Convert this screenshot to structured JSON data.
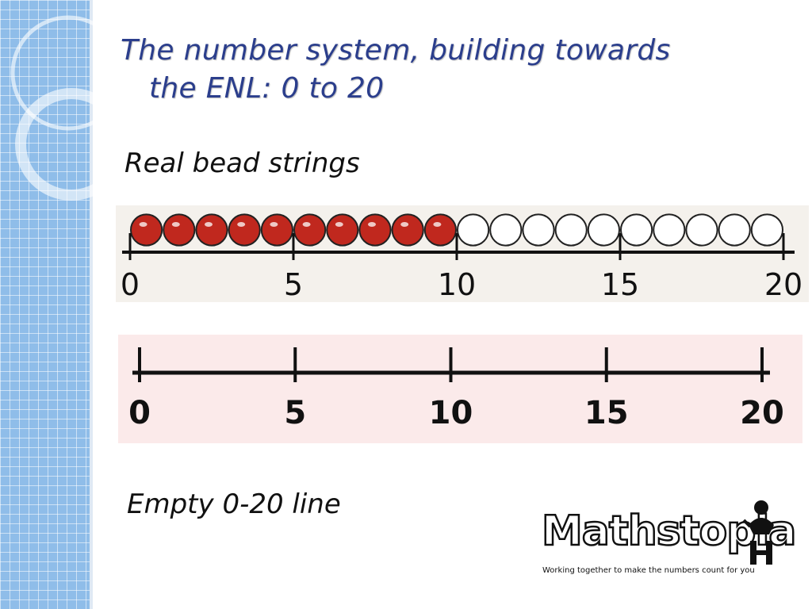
{
  "title": {
    "line1": "The number system, building towards",
    "line2": "the ENL: 0 to 20"
  },
  "bead_section": {
    "label": "Real bead strings",
    "beads": {
      "red_count": 10,
      "white_count": 10,
      "red_color": "#c0281e",
      "white_color": "#ffffff"
    },
    "tick_labels": [
      "0",
      "5",
      "10",
      "15",
      "20"
    ]
  },
  "empty_section": {
    "label": "Empty 0-20 line",
    "tick_labels": [
      "0",
      "5",
      "10",
      "15",
      "20"
    ]
  },
  "logo": {
    "name": "Mathstopia",
    "tagline": "Working together to make the numbers count for you"
  },
  "colors": {
    "title": "#2b3e8c",
    "side_strip": "#8fbde9"
  }
}
